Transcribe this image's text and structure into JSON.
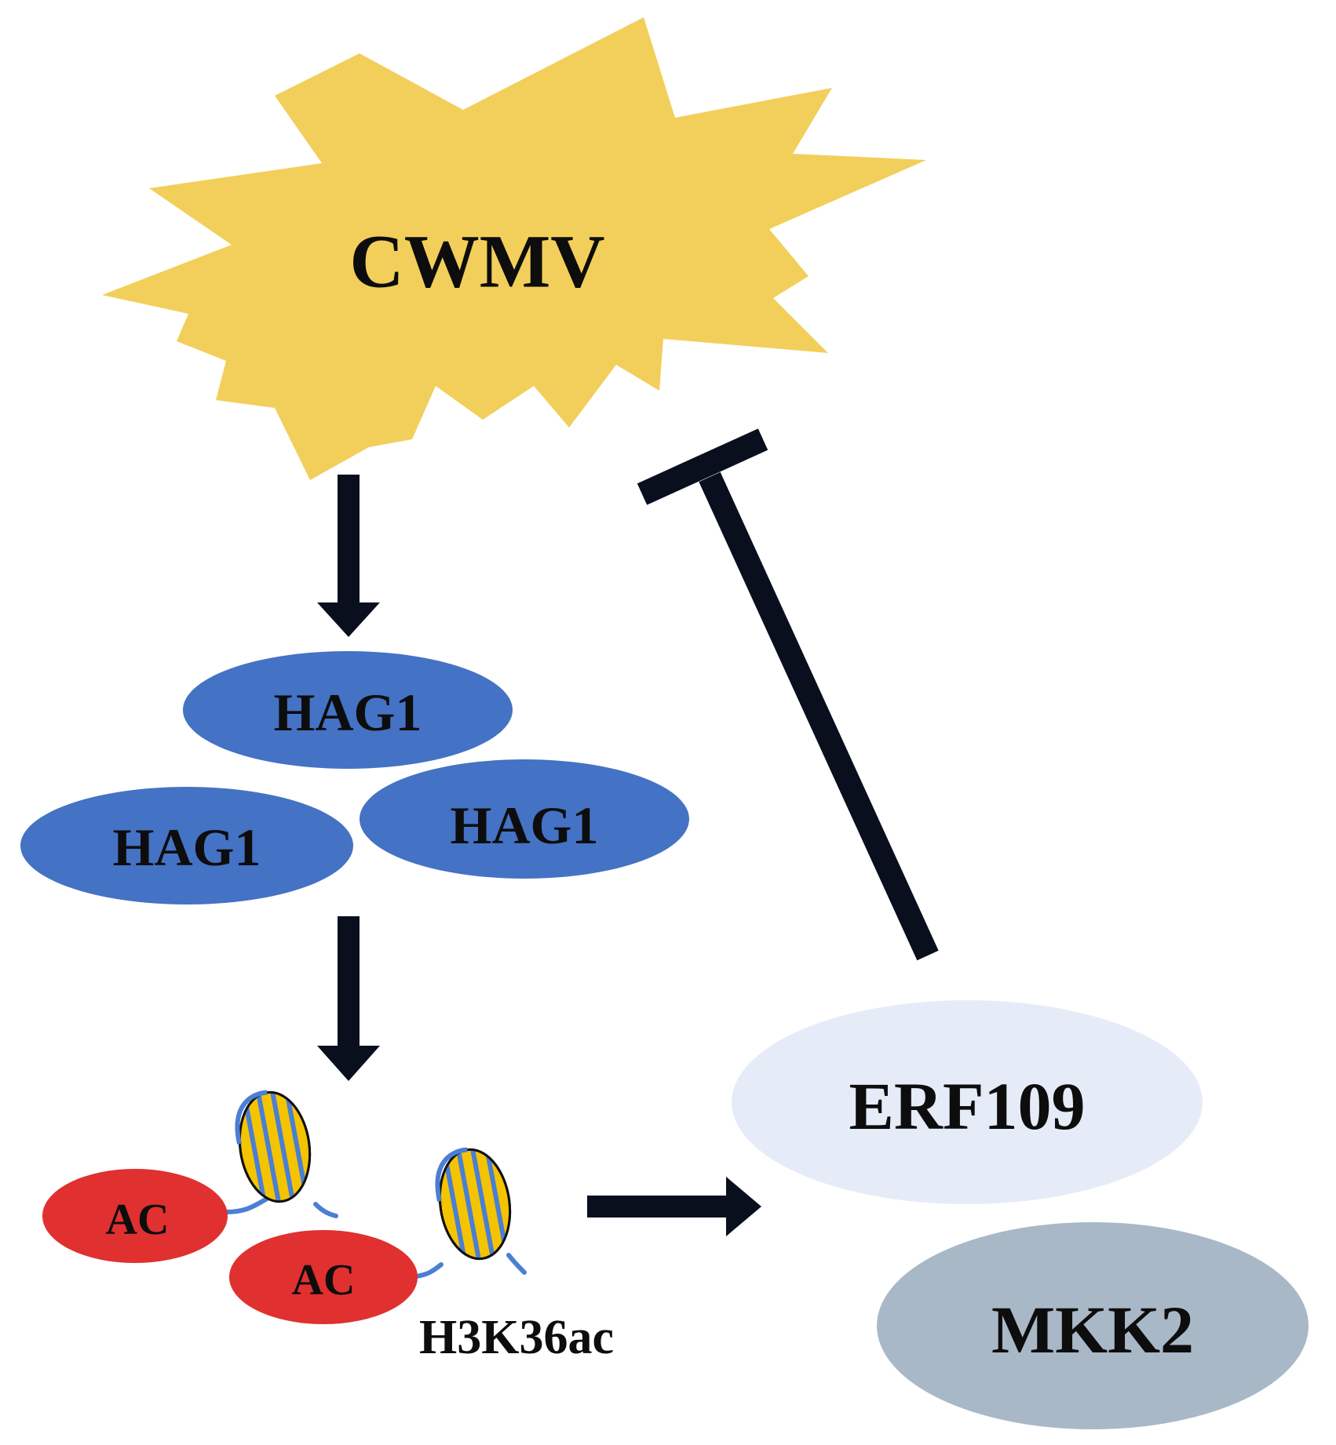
{
  "nodes": {
    "virus": "CWMV",
    "hag1_top": "HAG1",
    "hag1_left": "HAG1",
    "hag1_right": "HAG1",
    "ac_left": "AC",
    "ac_right": "AC",
    "histone_mark": "H3K36ac",
    "erf": "ERF109",
    "mkk": "MKK2"
  },
  "colors": {
    "virus_burst": "#f2cf5b",
    "hag1": "#4472c4",
    "ac": "#e03030",
    "nucleosome_core": "#f5c400",
    "dna_strand": "#4a7fd4",
    "erf109": "#e6ecf7",
    "mkk2": "#a9b8c7",
    "arrow": "#0a0f1e"
  },
  "edges": [
    {
      "from": "CWMV",
      "to": "HAG1",
      "type": "activation-arrow"
    },
    {
      "from": "HAG1",
      "to": "H3K36ac",
      "type": "activation-arrow"
    },
    {
      "from": "H3K36ac",
      "to": "ERF109",
      "type": "activation-arrow"
    },
    {
      "from": "ERF109",
      "to": "CWMV",
      "type": "inhibition-bar"
    }
  ]
}
